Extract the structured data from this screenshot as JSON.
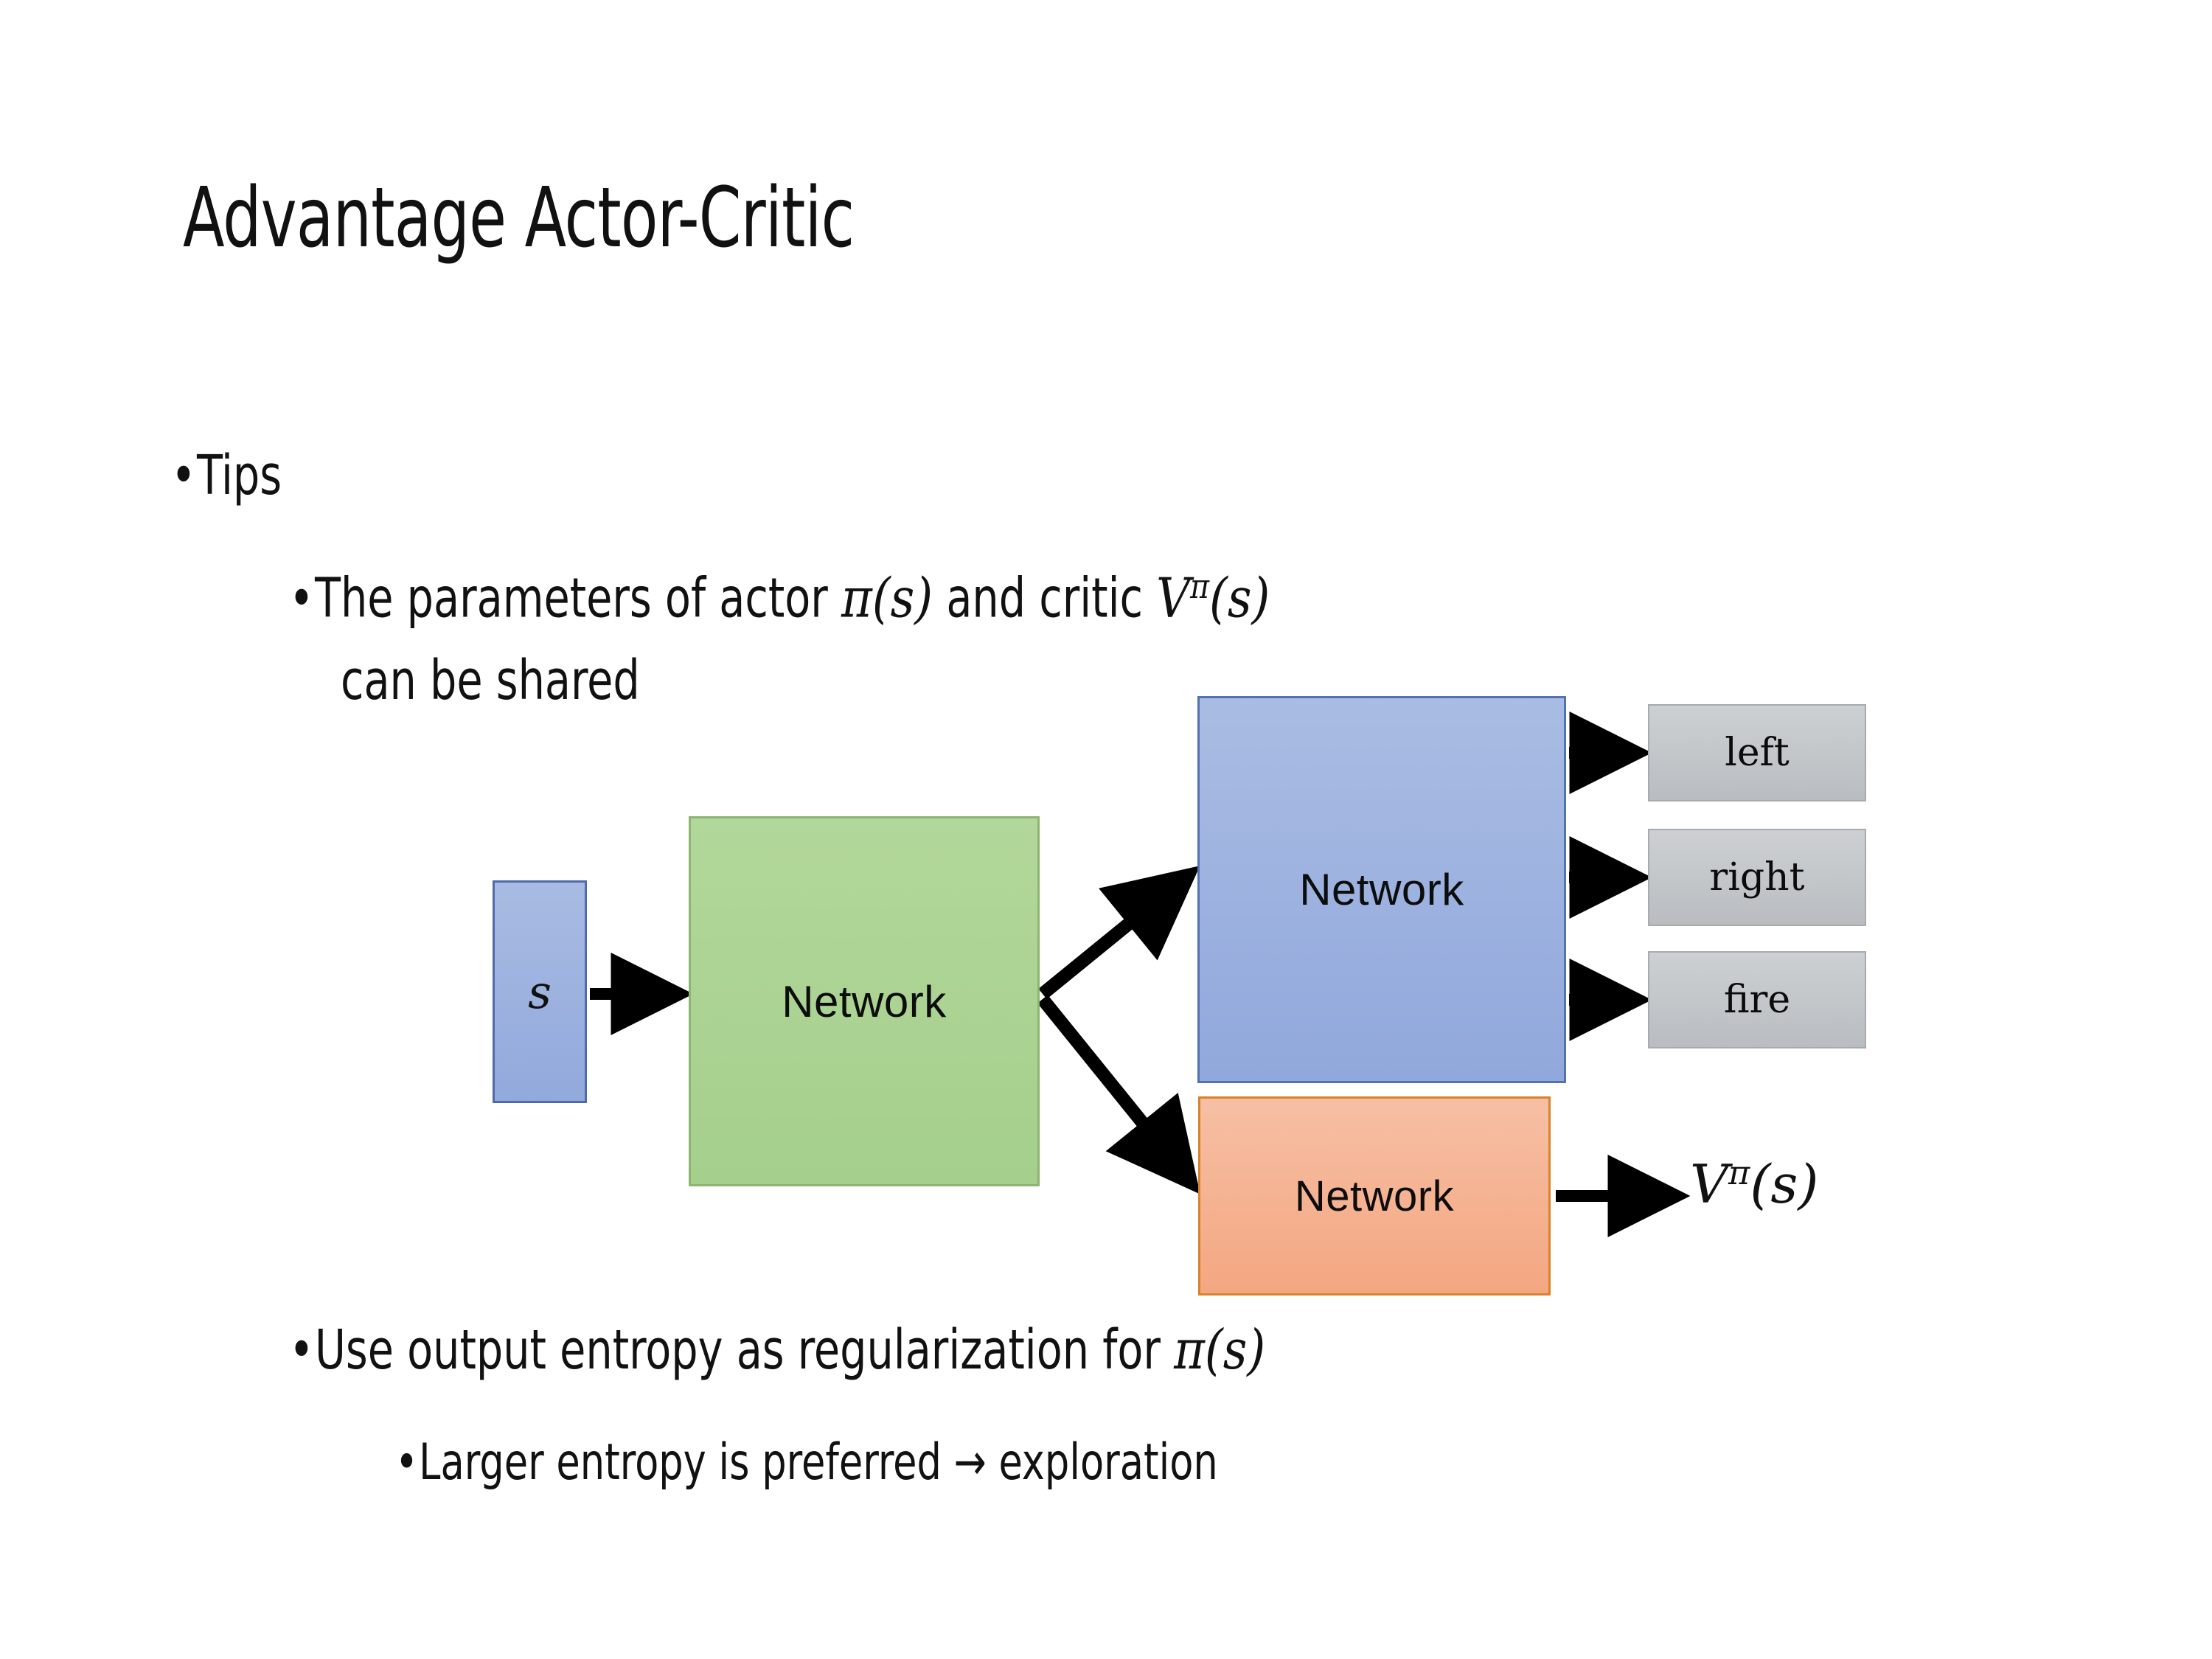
{
  "slide": {
    "title": "Advantage Actor-Critic",
    "background_color": "#ffffff"
  },
  "bullets": [
    {
      "level": 1,
      "marker": "•",
      "text": "Tips"
    },
    {
      "level": 2,
      "marker": "•",
      "text": "The parameters of actor π(s)  and critic Vπ(s)",
      "line1_plain": "The parameters of actor ",
      "line1_math_a": "π(s)",
      "line1_mid": "  and critic ",
      "line1_math_b_base": "V",
      "line1_math_b_sup": "π",
      "line1_math_b_arg": "(s)",
      "line2": "can be shared"
    },
    {
      "level": 2,
      "marker": "•",
      "text": "Use output entropy as regularization for π(s)",
      "plain": "Use output entropy as regularization for ",
      "math": "π(s)"
    },
    {
      "level": 3,
      "marker": "•",
      "text": "Larger entropy is preferred → exploration"
    }
  ],
  "diagram": {
    "input_box": {
      "label": "s",
      "fill": "#9db3e0",
      "border": "#4f6bab"
    },
    "shared_network": {
      "label": "Network",
      "fill": "#abd293",
      "border": "#8cb573"
    },
    "actor_network": {
      "label": "Network",
      "fill": "#9db3e0",
      "border": "#5272b0"
    },
    "critic_network": {
      "label": "Network",
      "fill": "#f5b092",
      "border": "#d9822b"
    },
    "actions": [
      {
        "label": "left",
        "fill": "#c4c8cc",
        "border": "#a7abaf"
      },
      {
        "label": "right",
        "fill": "#c4c8cc",
        "border": "#a7abaf"
      },
      {
        "label": "fire",
        "fill": "#c4c8cc",
        "border": "#a7abaf"
      }
    ],
    "critic_output": {
      "base": "V",
      "superscript": "π",
      "argument": "(s)"
    },
    "arrow_color": "#000000"
  }
}
